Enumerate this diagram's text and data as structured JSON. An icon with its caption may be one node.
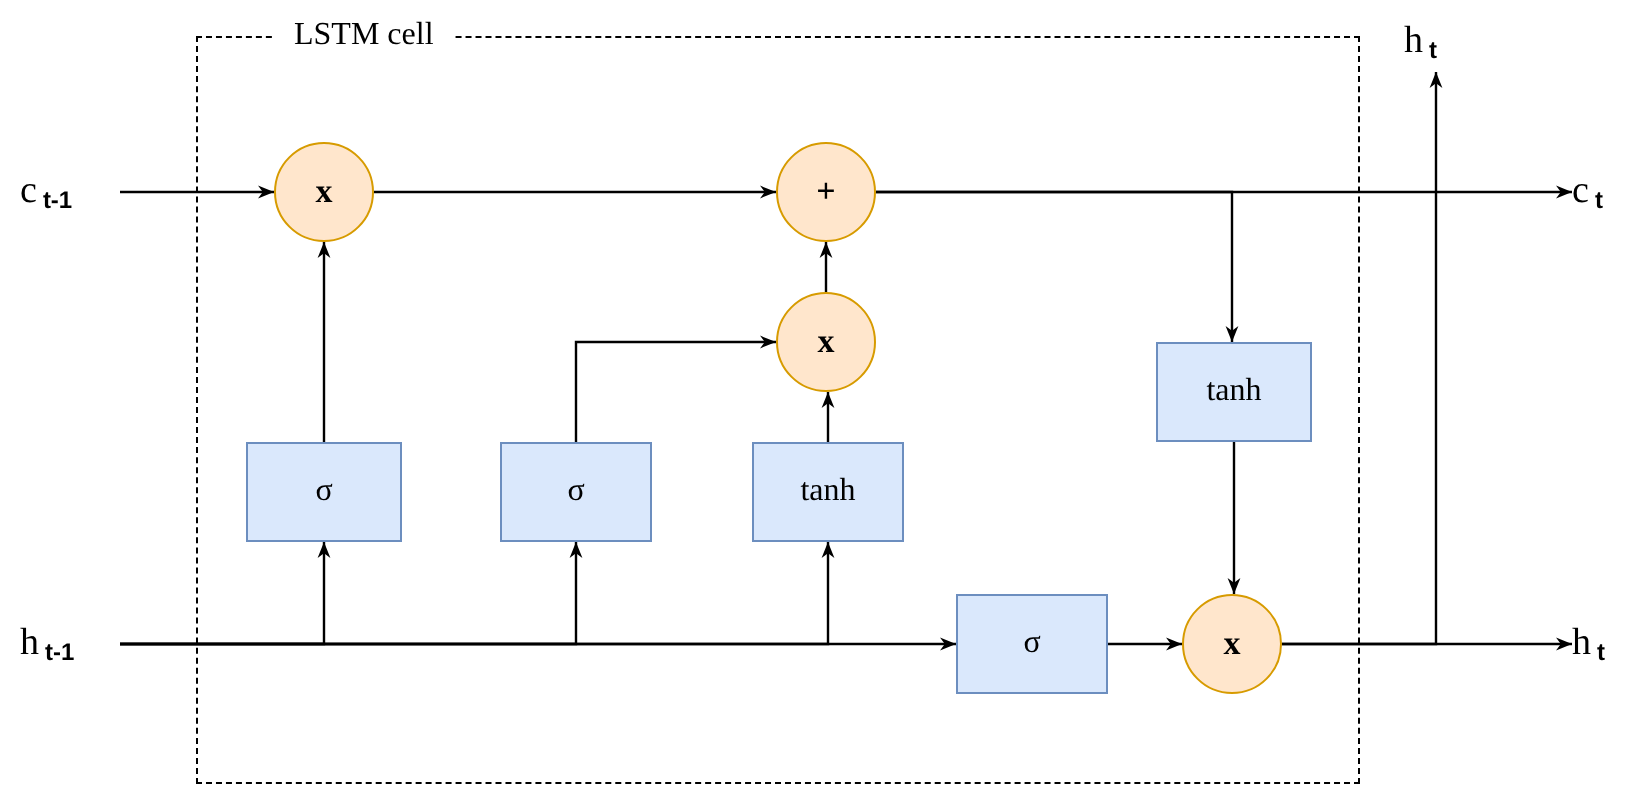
{
  "diagram": {
    "nodes": [
      {
        "text": [
          "LSTM cell"
        ]
      },
      {
        "text": [
          "c$_{t-1}$"
        ]
      },
      {
        "text": [
          "h$_{t-1}$"
        ]
      },
      {
        "text": [
          "x"
        ],
        "in": 0
      },
      {
        "text": [
          "+"
        ],
        "in": 0
      },
      {
        "text": [
          "x"
        ],
        "in": 0
      },
      {
        "text": [
          "σ"
        ],
        "in": 0
      },
      {
        "text": [
          "σ"
        ],
        "in": 0
      },
      {
        "text": [
          "tanh"
        ],
        "in": 0
      },
      {
        "text": [
          "σ"
        ],
        "in": 0
      },
      {
        "text": [
          "tanh"
        ],
        "in": 0
      },
      {
        "text": [
          "x"
        ],
        "in": 0
      },
      {
        "text": [
          "c$_{t}$"
        ]
      },
      {
        "text": [
          "h$_{t}$"
        ]
      },
      {
        "text": [
          "h$_{t}$"
        ]
      }
    ],
    "edges": [
      {
        "from": 1,
        "to": 3,
        "arrow": "to"
      },
      {
        "from": 3,
        "to": 4,
        "arrow": "to"
      },
      {
        "from": 4,
        "to": 12,
        "arrow": "to"
      },
      {
        "from": 6,
        "to": 3,
        "arrow": "to"
      },
      {
        "from": 7,
        "to": 5,
        "arrow": "to"
      },
      {
        "from": 8,
        "to": 5,
        "arrow": "to"
      },
      {
        "from": 5,
        "to": 4,
        "arrow": "to"
      },
      {
        "from": 2,
        "to": 6,
        "arrow": "to"
      },
      {
        "from": 2,
        "to": 7,
        "arrow": "to"
      },
      {
        "from": 2,
        "to": 8,
        "arrow": "to"
      },
      {
        "from": 2,
        "to": 9,
        "arrow": "to"
      },
      {
        "from": 9,
        "to": 11,
        "arrow": "to"
      },
      {
        "from": 4,
        "to": 10,
        "arrow": "to"
      },
      {
        "from": 10,
        "to": 11,
        "arrow": "to"
      },
      {
        "from": 11,
        "to": 13,
        "arrow": "to"
      },
      {
        "from": 11,
        "to": 14,
        "arrow": "to"
      }
    ]
  }
}
